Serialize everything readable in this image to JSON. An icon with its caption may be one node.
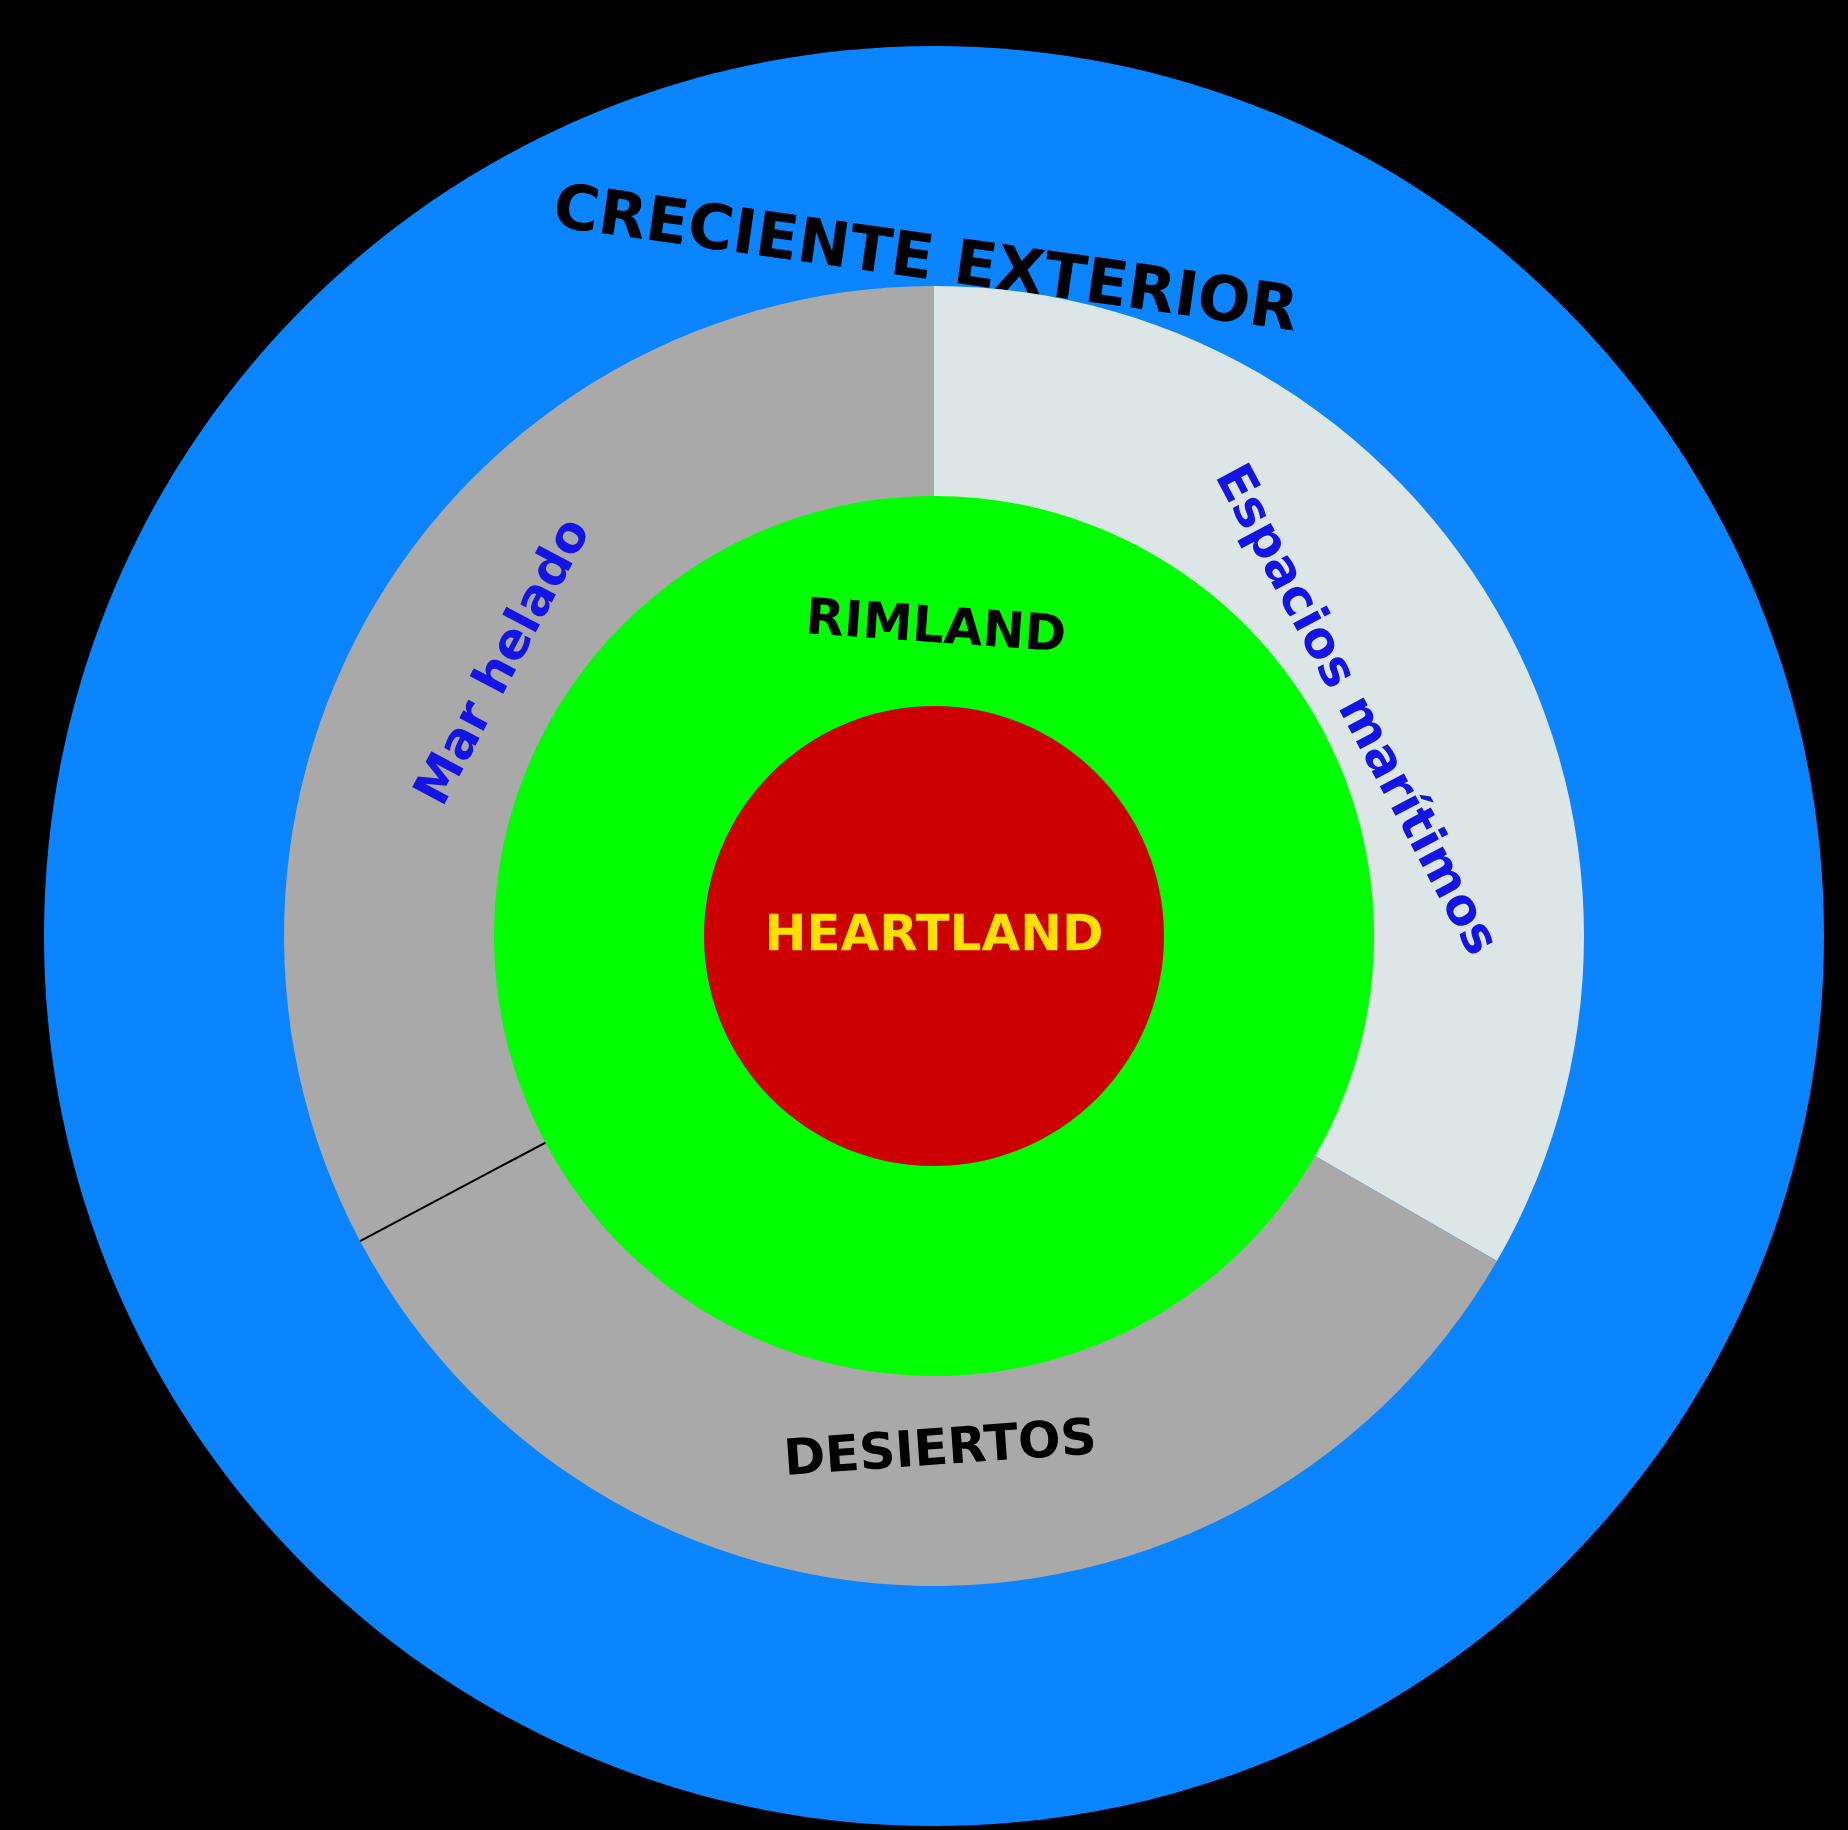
{
  "diagram": {
    "nodes": [
      {
        "text": [
          "CRECIENTE EXTERIOR"
        ]
      },
      {
        "text": [
          "Mar helado"
        ],
        "in": 0
      },
      {
        "text": [
          "Espacios marítimos"
        ],
        "in": 0
      },
      {
        "text": [
          "DESIERTOS"
        ],
        "in": 0
      },
      {
        "text": [
          "RIMLAND"
        ],
        "in": 0
      },
      {
        "text": [
          "HEARTLAND"
        ],
        "in": 4
      }
    ]
  }
}
